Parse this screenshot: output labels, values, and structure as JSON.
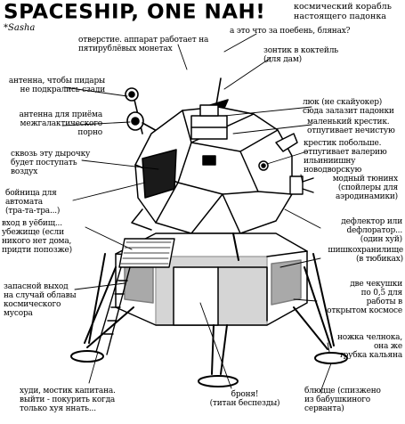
{
  "title": "SPACESHIP, ONE NAH!",
  "subtitle": "космический корабль\nнастоящего падонка",
  "author": "*Sasha",
  "labels": {
    "coin_hole": "отверстие. аппарат работает на\nпятирублёвых монетах",
    "what_is_this": "а это что за поебень, блянах?",
    "umbrella": "зонтик в коктейль\n(для дам)",
    "antenna_rear": "антенна, чтобы пидары\nне подкрались сзади",
    "hatch": "люк (не скайуокер)\nсюда залазит падонки",
    "antenna_porn": "антенна для приёма\nмежгалактического\nпорно",
    "small_cross": "маленький крестик.\nотпугивает нечистую",
    "cross_big": "крестик побольше.\nотпугивает валерию\nильиниишну\nноводворскую",
    "air_hole": "сквозь эту дырочку\nбудет поступать\nвоздух",
    "tuning": "модный тюнинх\n(спойлеры для\nаэродинамики)",
    "loophole": "бойница для\nавтомата\n(тра-та-тра...)",
    "deflector": "дефлектор или\ndeфлоратор...\n(один хуй)",
    "entrance": "вход в уёбищ...\nубежище (если\nникого нет дома,\nпридти попозже)",
    "bumps": "шишкохранилище\n(в тюбиках)",
    "spare_exit": "запасной выход\nна случай облавы\nкосмического\nмусора",
    "cheques": "две чекушки\nпо 0,5 для\nработы в\nоткрытом космосе",
    "shuttle_leg": "ножка челнока,\nона же\nтрубка кальяна",
    "captain_bridge": "худи, мостик капитана.\nвыйти - покурить когда\nтолько хуя ннать...",
    "armor": "броня!\n(титан беспезды)",
    "saucer": "блюдце (спизжено\nиз бабушкиного\nсерванта)"
  }
}
